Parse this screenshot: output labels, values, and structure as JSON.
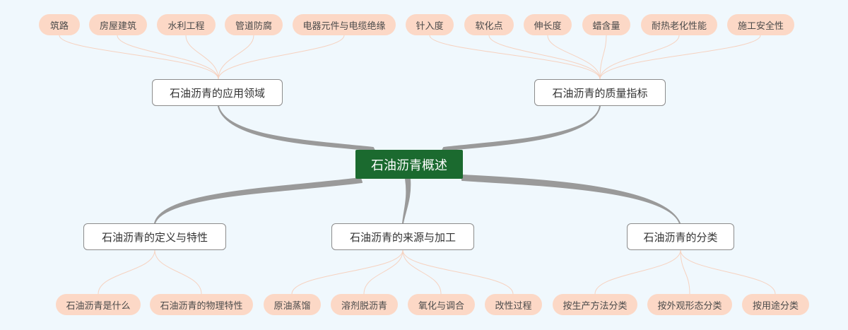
{
  "root": "石油沥青概述",
  "branches": {
    "application": {
      "label": "石油沥青的应用领域",
      "leaves": [
        "筑路",
        "房屋建筑",
        "水利工程",
        "管道防腐",
        "电器元件与电缆绝缘"
      ]
    },
    "quality": {
      "label": "石油沥青的质量指标",
      "leaves": [
        "针入度",
        "软化点",
        "伸长度",
        "蜡含量",
        "耐热老化性能",
        "施工安全性"
      ]
    },
    "definition": {
      "label": "石油沥青的定义与特性",
      "leaves": [
        "石油沥青是什么",
        "石油沥青的物理特性"
      ]
    },
    "source": {
      "label": "石油沥青的来源与加工",
      "leaves": [
        "原油蒸馏",
        "溶剂脱沥青",
        "氧化与调合",
        "改性过程"
      ]
    },
    "classification": {
      "label": "石油沥青的分类",
      "leaves": [
        "按生产方法分类",
        "按外观形态分类",
        "按用途分类"
      ]
    }
  },
  "colors": {
    "root_bg": "#1b6a2f",
    "leaf_bg": "#fcd8c6",
    "main_link": "#9a9a9a",
    "leaf_link": "#f6d2c0",
    "background": "#f0f8fd"
  }
}
